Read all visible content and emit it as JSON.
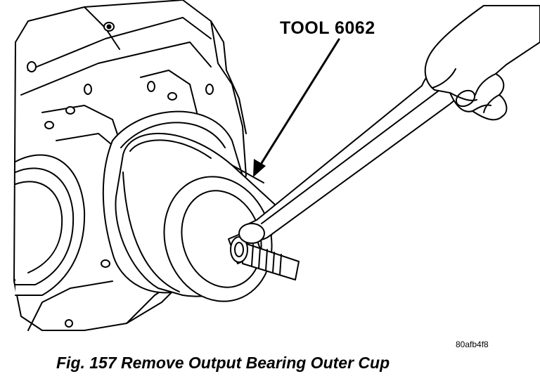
{
  "figure": {
    "callout_label": "TOOL 6062",
    "reference_code": "80afb4f8",
    "caption": "Fig. 157 Remove Output Bearing Outer Cup"
  },
  "colors": {
    "ink": "#000000",
    "paper": "#ffffff"
  }
}
